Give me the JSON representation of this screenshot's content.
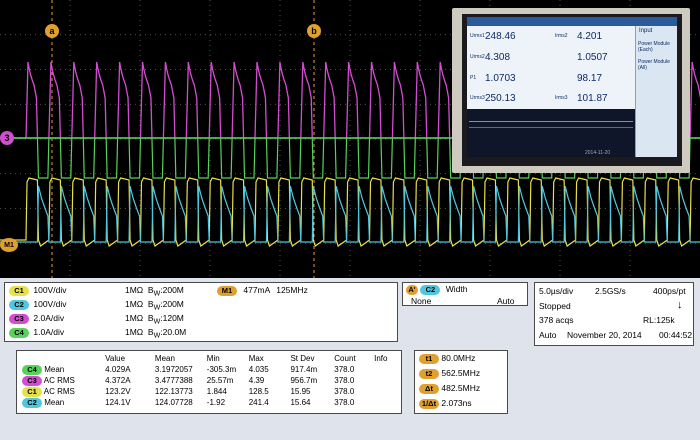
{
  "colors": {
    "c1": "#e6e04a",
    "c2": "#4fc7dc",
    "c3": "#d24dd0",
    "c4": "#57d15a",
    "m1": "#e0a030",
    "grid": "#6a6a6a"
  },
  "scope": {
    "cursor_a": "a",
    "cursor_b": "b",
    "marker_c3": "3",
    "marker_m1": "M1"
  },
  "inset": {
    "left_labels": [
      "Urms1",
      "Urms2",
      "P1",
      "Urms3"
    ],
    "left_values": [
      "248.46",
      "4.308",
      "1.0703",
      "250.13"
    ],
    "right_labels": [
      "Irms2",
      "",
      "",
      "Irms3"
    ],
    "right_values": [
      "4.201",
      "1.0507",
      "98.17",
      "101.87"
    ],
    "menu_title": "Input",
    "menu_items": [
      "Power Module (Each)",
      "Power Module (All)"
    ],
    "date": "2014-11-20"
  },
  "channels": [
    {
      "id": "C1",
      "scale": "100V/div",
      "imp": "1MΩ",
      "bw_prefix": "B",
      "bw_sub": "W",
      "bw_val": ":200M",
      "cls": "b-c1"
    },
    {
      "id": "C2",
      "scale": "100V/div",
      "imp": "1MΩ",
      "bw_prefix": "B",
      "bw_sub": "W",
      "bw_val": ":200M",
      "cls": "b-c2"
    },
    {
      "id": "C3",
      "scale": "2.0A/div",
      "imp": "1MΩ",
      "bw_prefix": "B",
      "bw_sub": "W",
      "bw_val": ":120M",
      "cls": "b-c3"
    },
    {
      "id": "C4",
      "scale": "1.0A/div",
      "imp": "1MΩ",
      "bw_prefix": "B",
      "bw_sub": "W",
      "bw_val": ":20.0M",
      "cls": "b-c4"
    }
  ],
  "math": {
    "id": "M1",
    "value": "477mA",
    "bw": "125MHz"
  },
  "trigger": {
    "a_badge": "A'",
    "ch": "C2",
    "mode": "Width",
    "source": "None",
    "auto": "Auto"
  },
  "acquisition": {
    "timebase": "5.0µs/div",
    "rate": "2.5GS/s",
    "res": "400ps/pt",
    "state": "Stopped",
    "acqs": "378 acqs",
    "rl": "RL:125k",
    "mode": "Auto",
    "date": "November 20, 2014",
    "time": "00:44:52"
  },
  "measurements": {
    "headers": [
      "Value",
      "Mean",
      "Min",
      "Max",
      "St Dev",
      "Count",
      "Info"
    ],
    "rows": [
      {
        "ch": "C4",
        "name": "Mean",
        "cells": [
          "4.029A",
          "3.1972057",
          "-305.3m",
          "4.035",
          "917.4m",
          "378.0",
          ""
        ]
      },
      {
        "ch": "C3",
        "name": "AC RMS",
        "cells": [
          "4.372A",
          "3.4777388",
          "25.57m",
          "4.39",
          "956.7m",
          "378.0",
          ""
        ]
      },
      {
        "ch": "C1",
        "name": "AC RMS",
        "cells": [
          "123.2V",
          "122.13773",
          "1.844",
          "128.5",
          "15.95",
          "378.0",
          ""
        ]
      },
      {
        "ch": "C2",
        "name": "Mean",
        "cells": [
          "124.1V",
          "124.07728",
          "-1.92",
          "241.4",
          "15.64",
          "378.0",
          ""
        ]
      }
    ]
  },
  "cursor_readouts": [
    {
      "badge": "t1",
      "value": "80.0MHz"
    },
    {
      "badge": "t2",
      "value": "562.5MHz"
    },
    {
      "badge": "Δt",
      "value": "482.5MHz"
    },
    {
      "badge": "1/Δt",
      "value": "2.073ns"
    }
  ]
}
